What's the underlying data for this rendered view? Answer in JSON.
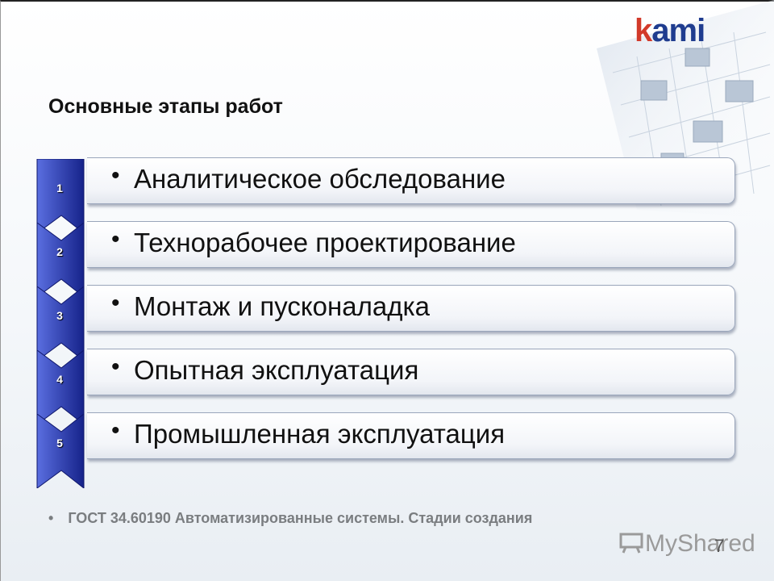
{
  "brand": {
    "logo_k": "k",
    "logo_rest": "ami",
    "brand_color": "#1f3c8f",
    "accent_color": "#d23a2a"
  },
  "title": "Основные этапы работ",
  "steps": [
    {
      "num": "1",
      "bullet": "•",
      "text": "Аналитическое обследование"
    },
    {
      "num": "2",
      "bullet": "•",
      "text": "Технорабочее проектирование"
    },
    {
      "num": "3",
      "bullet": "•",
      "text": "Монтаж и пусконаладка"
    },
    {
      "num": "4",
      "bullet": "•",
      "text": "Опытная эксплуатация"
    },
    {
      "num": "5",
      "bullet": "•",
      "text": "Промышленная эксплуатация"
    }
  ],
  "footnote": {
    "bullet": "•",
    "text": "ГОСТ 34.60190 Автоматизированные системы. Стадии создания"
  },
  "watermark": {
    "text": "MyShared",
    "icon": "projector-icon"
  },
  "page_number": "7",
  "chevron_color": "#1e2f9a"
}
